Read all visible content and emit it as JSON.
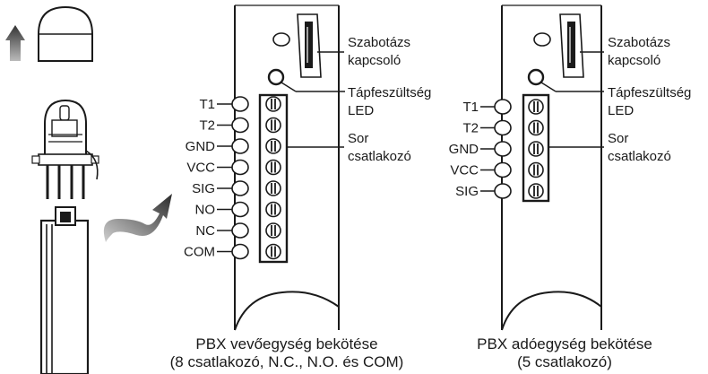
{
  "receiver": {
    "terminals": [
      "T1",
      "T2",
      "GND",
      "VCC",
      "SIG",
      "NO",
      "NC",
      "COM"
    ],
    "tamper_label": [
      "Szabotázs",
      "kapcsoló"
    ],
    "power_led_label": [
      "Tápfeszültség",
      "LED"
    ],
    "connector_label": [
      "Sor",
      "csatlakozó"
    ],
    "caption_line1": "PBX vevőegység bekötése",
    "caption_line2": "(8 csatlakozó, N.C., N.O. és COM)"
  },
  "transmitter": {
    "terminals": [
      "T1",
      "T2",
      "GND",
      "VCC",
      "SIG"
    ],
    "tamper_label": [
      "Szabotázs",
      "kapcsoló"
    ],
    "power_led_label": [
      "Tápfeszültség",
      "LED"
    ],
    "connector_label": [
      "Sor",
      "csatlakozó"
    ],
    "caption_line1": "PBX adóegység bekötése",
    "caption_line2": "(5 csatlakozó)"
  },
  "colors": {
    "line": "#1a1a1a",
    "background": "#ffffff",
    "arrow": "#555555"
  },
  "icons": [
    "arrow-up-icon",
    "curved-arrow-icon"
  ]
}
